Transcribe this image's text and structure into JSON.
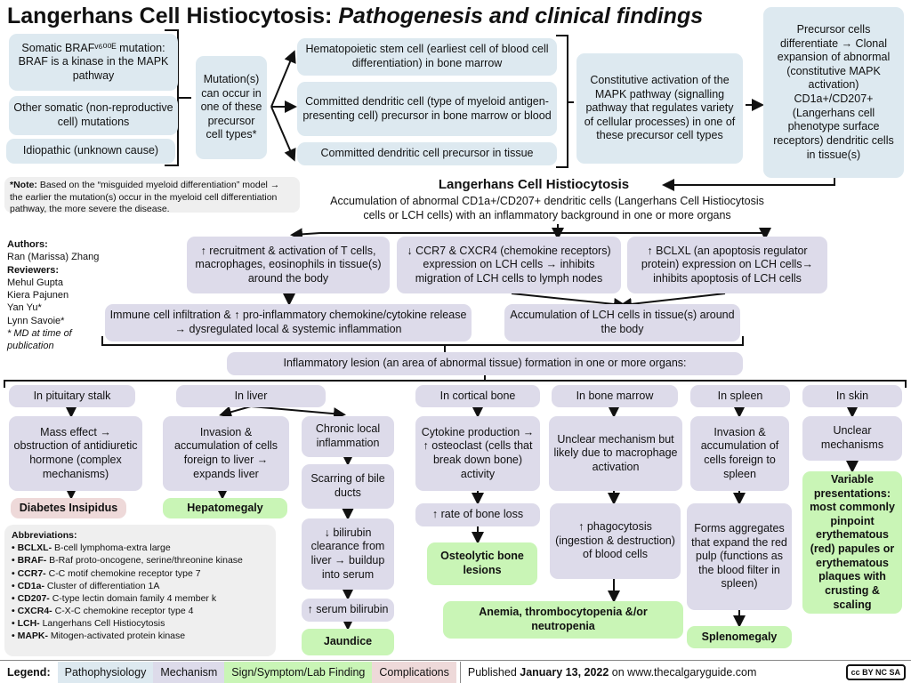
{
  "title": {
    "main": "Langerhans Cell Histiocytosis: ",
    "italic": "Pathogenesis and clinical findings"
  },
  "boxes": {
    "somatic": "Somatic BRAFᵛ⁶⁰⁰ᴱ mutation: BRAF is a kinase in the MAPK pathway",
    "other": "Other somatic (non-reproductive cell) mutations",
    "idiopathic": "Idiopathic (unknown cause)",
    "mutation": "Mutation(s) can occur in one of these precursor cell types*",
    "hsc": "Hematopoietic stem cell (earliest cell of blood cell differentiation) in bone marrow",
    "committed": "Committed dendritic cell (type of myeloid antigen-presenting cell) precursor in bone marrow or blood",
    "tissue": "Committed dendritic cell precursor in tissue",
    "constitutive": "Constitutive activation of the MAPK pathway (signalling pathway that regulates variety of cellular processes) in one of these precursor cell types",
    "precursor": "Precursor cells differentiate → Clonal expansion of abnormal (constitutive MAPK activation) CD1a+/CD207+ (Langerhans cell phenotype surface receptors) dendritic cells in tissue(s)",
    "recruit": "↑ recruitment & activation of  T cells, macrophages, eosinophils in tissue(s) around the body",
    "ccr7": "↓ CCR7 & CXCR4 (chemokine receptors) expression on LCH cells → inhibits migration of LCH cells to lymph nodes",
    "bclxl": "↑ BCLXL (an apoptosis regulator protein) expression on LCH cells→ inhibits apoptosis of LCH cells",
    "immune": "Immune cell infiltration & ↑ pro-inflammatory chemokine/cytokine release  → dysregulated local & systemic inflammation",
    "accum": "Accumulation of LCH cells in tissue(s) around the body",
    "lesion": "Inflammatory lesion (an area of abnormal tissue) formation in one or more organs:",
    "h_pit": "In pituitary stalk",
    "h_liver": "In liver",
    "h_bone": "In cortical bone",
    "h_marrow": "In bone marrow",
    "h_spleen": "In spleen",
    "h_skin": "In skin",
    "mass": "Mass effect → obstruction of antidiuretic hormone (complex mechanisms)",
    "di": "Diabetes Insipidus",
    "invliver": "Invasion & accumulation of cells foreign to liver → expands liver",
    "hepato": "Hepatomegaly",
    "chronic": "Chronic local inflammation",
    "scarring": "Scarring of bile ducts",
    "bili": "↓ bilirubin clearance from liver → buildup into serum",
    "serum": "↑ serum bilirubin",
    "jaundice": "Jaundice",
    "cytokine": "Cytokine production → ↑ osteoclast (cells that break down bone) activity",
    "boneloss": "↑ rate of bone loss",
    "osteo": "Osteolytic bone lesions",
    "unclear_m": "Unclear mechanism but likely due to macrophage activation",
    "phago": "↑ phagocytosis (ingestion & destruction) of blood cells",
    "anemia": "Anemia, thrombocytopenia &/or neutropenia",
    "invspleen": "Invasion & accumulation of cells foreign to spleen",
    "aggr": "Forms aggregates that expand the red pulp (functions as the blood filter in spleen)",
    "spleno": "Splenomegaly",
    "skin_unclear": "Unclear mechanisms",
    "variable": "Variable presentations: most commonly pinpoint erythematous (red) papules or erythematous plaques with crusting & scaling"
  },
  "note": {
    "label": "*Note:",
    "text": " Based on the “misguided myeloid differentiation” model → the earlier the mutation(s) occur in the myeloid cell differentiation pathway, the more severe the disease."
  },
  "lch": {
    "heading": "Langerhans Cell Histiocytosis",
    "sub": "Accumulation of abnormal CD1a+/CD207+ dendritic cells (Langerhans Cell Histiocytosis cells or LCH cells) with an inflammatory background in one or more organs"
  },
  "authors": {
    "a_label": "Authors:",
    "a": [
      "Ran (Marissa) Zhang"
    ],
    "r_label": "Reviewers:",
    "r": [
      "Mehul Gupta",
      "Kiera Pajunen",
      "Yan Yu*",
      "Lynn Savoie*"
    ],
    "footnote": "* MD at time of publication"
  },
  "abbr": {
    "title": "Abbreviations:",
    "items": [
      {
        "k": "BCLXL-",
        "v": " B-cell lymphoma-extra large"
      },
      {
        "k": "BRAF-",
        "v": " B-Raf proto-oncogene, serine/threonine kinase"
      },
      {
        "k": "CCR7-",
        "v": " C-C motif chemokine receptor type 7"
      },
      {
        "k": "CD1a-",
        "v": " Cluster of differentiation 1A"
      },
      {
        "k": "CD207-",
        "v": " C-type lectin domain family 4 member k"
      },
      {
        "k": "CXCR4-",
        "v": " C-X-C chemokine receptor type 4"
      },
      {
        "k": "LCH-",
        "v": " Langerhans Cell Histiocytosis"
      },
      {
        "k": "MAPK-",
        "v": " Mitogen-activated protein kinase"
      }
    ]
  },
  "legend": {
    "label": "Legend:",
    "items": [
      "Pathophysiology",
      "Mechanism",
      "Sign/Symptom/Lab Finding",
      "Complications"
    ],
    "published_pre": "Published ",
    "date": "January 13, 2022",
    "published_post": " on www.thecalgaryguide.com",
    "license": "cc BY NC SA"
  },
  "colors": {
    "pathophysiology": "#dde9f0",
    "mechanism": "#dddbea",
    "sign": "#c9f5b6",
    "complication": "#eed9d9"
  }
}
